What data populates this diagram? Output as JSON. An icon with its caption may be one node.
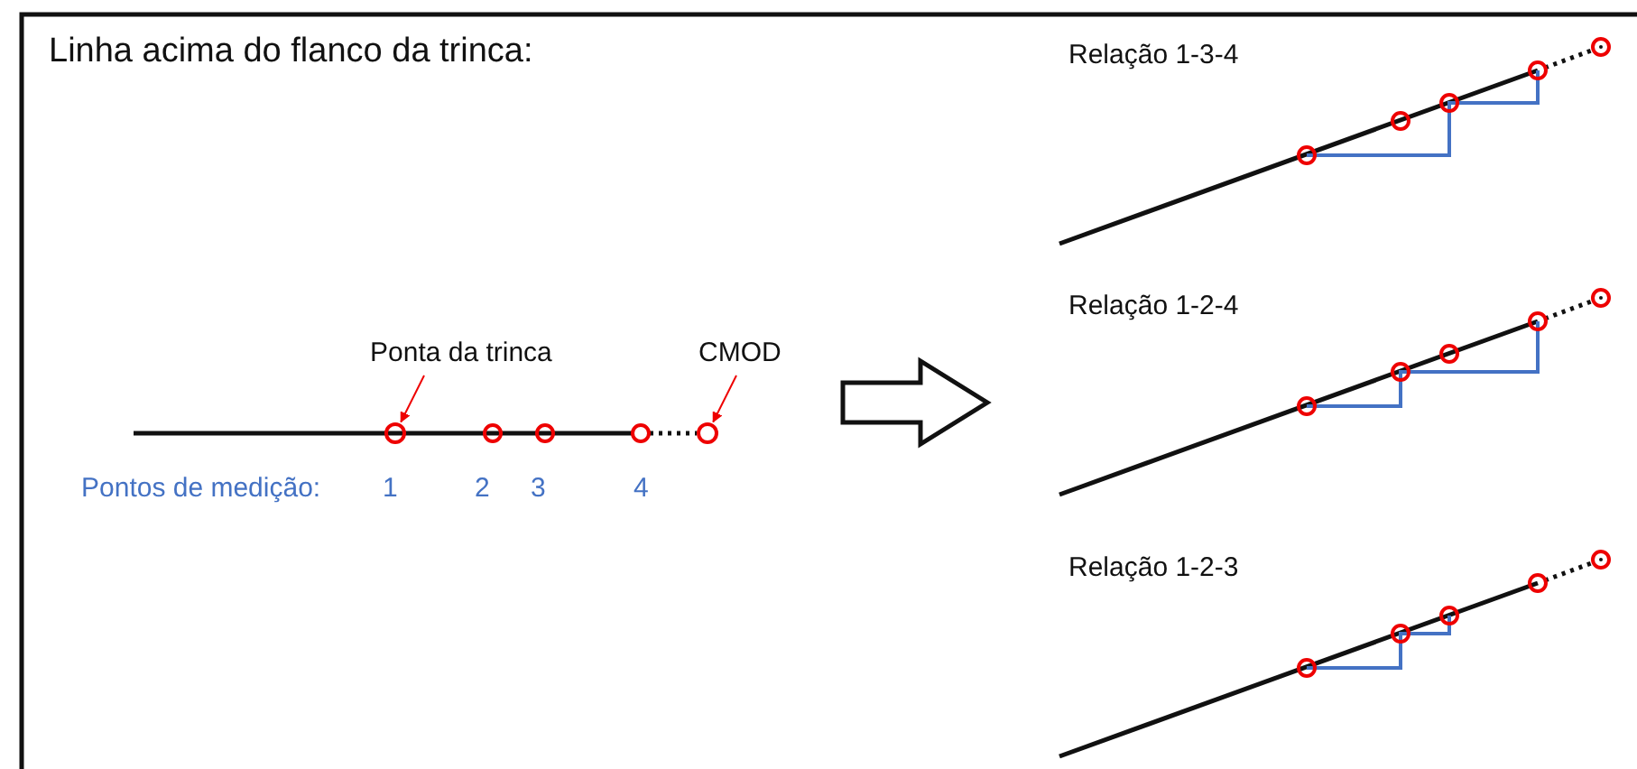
{
  "diagram": {
    "title": "Linha acima do flanco da trinca:",
    "nodes": [
      {
        "text": [
          "Ponta da trinca"
        ]
      },
      {
        "text": [],
        "shape": "circle"
      },
      {
        "text": [
          "CMOD"
        ]
      },
      {
        "text": [],
        "shape": "circle"
      }
    ],
    "edges": [
      {
        "from": 0,
        "to": 1,
        "arrow": "to"
      },
      {
        "from": 2,
        "to": 3,
        "arrow": "to"
      }
    ],
    "labels": [
      "Pontos de medição:",
      "1",
      "2",
      "3",
      "4",
      "Relação 1-3-4",
      "Relação 1-2-4",
      "Relação 1-2-3"
    ]
  }
}
